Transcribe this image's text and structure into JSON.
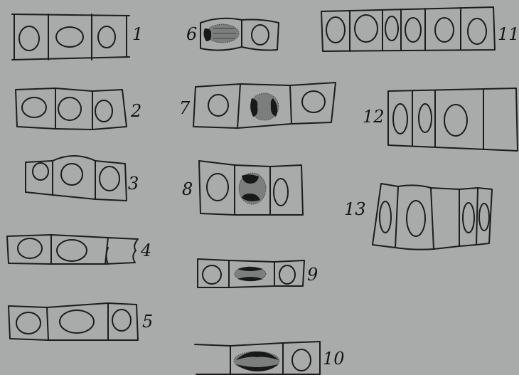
{
  "figure": {
    "labels": [
      "1",
      "2",
      "3",
      "4",
      "5",
      "6",
      "7",
      "8",
      "9",
      "10",
      "11",
      "12",
      "13"
    ]
  }
}
